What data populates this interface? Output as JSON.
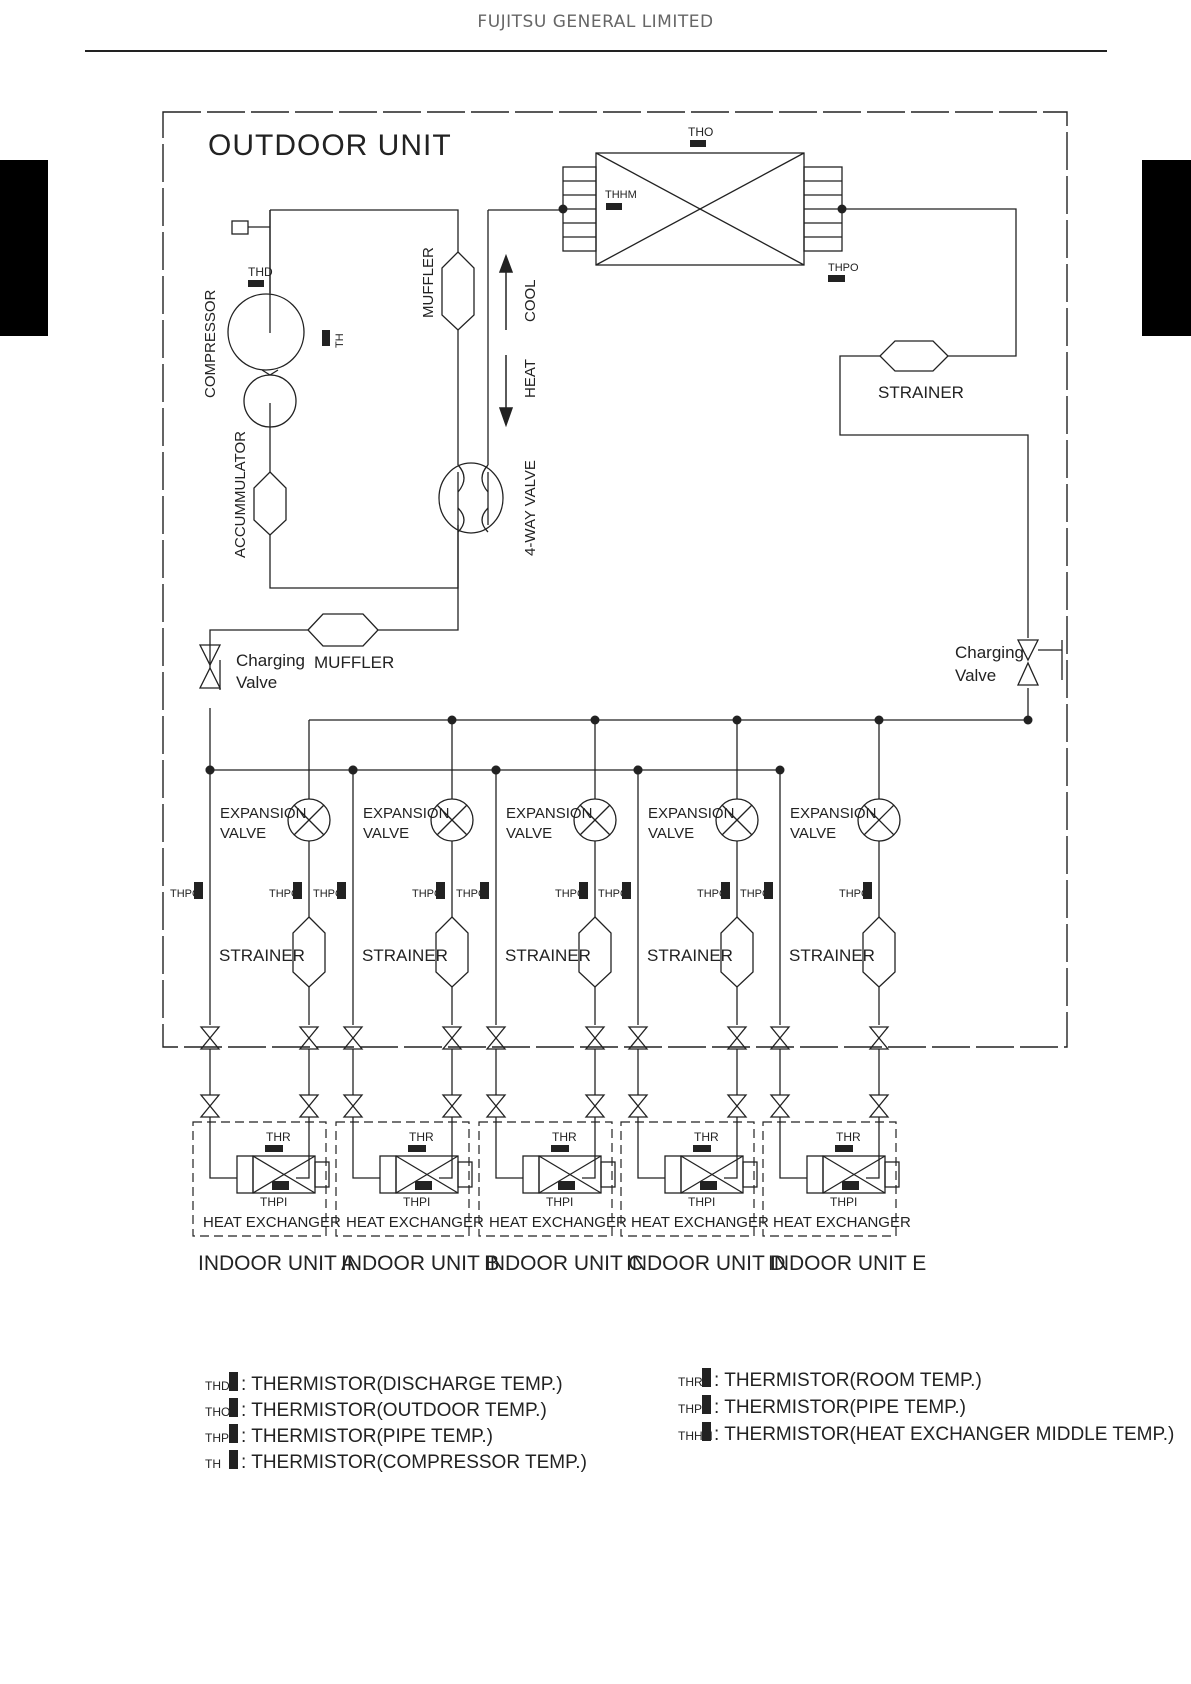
{
  "header": {
    "company": "FUJITSU GENERAL LIMITED"
  },
  "diagram": {
    "outdoor_title": "OUTDOOR UNIT",
    "labels": {
      "compressor": "COMPRESSOR",
      "accumulator": "ACCUMMULATOR",
      "muffler_vertical": "MUFFLER",
      "muffler_horizontal": "MUFFLER",
      "four_way_valve": "4-WAY VALVE",
      "cool": "COOL",
      "heat": "HEAT",
      "strainer_top": "STRAINER",
      "charging_left_1": "Charging",
      "charging_left_2": "Valve",
      "charging_right_1": "Charging",
      "charging_right_2": "Valve",
      "th_discharge": "THD",
      "th_outdoor": "THO",
      "th_hex_middle": "THHM",
      "th_pipe_outdoor": "THPO",
      "th_compressor": "TH"
    },
    "branch": {
      "expansion_1": "EXPANSION",
      "expansion_2": "VALVE",
      "strainer": "STRAINER",
      "th_pipe": "THPO",
      "th_room": "THR",
      "th_pipe_indoor": "THPI",
      "heat_exchanger": "HEAT EXCHANGER"
    },
    "indoor_units": [
      "INDOOR UNIT A",
      "INDOOR UNIT B",
      "INDOOR UNIT C",
      "INDOOR UNIT D",
      "INDOOR UNIT E"
    ]
  },
  "legend": {
    "left": [
      {
        "symbol": "THD",
        "text": ": THERMISTOR(DISCHARGE TEMP.)"
      },
      {
        "symbol": "THO",
        "text": ": THERMISTOR(OUTDOOR TEMP.)"
      },
      {
        "symbol": "THPO",
        "text": ": THERMISTOR(PIPE TEMP.)"
      },
      {
        "symbol": "TH",
        "text": ": THERMISTOR(COMPRESSOR TEMP.)"
      }
    ],
    "right": [
      {
        "symbol": "THR",
        "text": ": THERMISTOR(ROOM TEMP.)"
      },
      {
        "symbol": "THPI",
        "text": ": THERMISTOR(PIPE TEMP.)"
      },
      {
        "symbol": "THHM",
        "text": ": THERMISTOR(HEAT EXCHANGER MIDDLE TEMP.)"
      }
    ]
  }
}
